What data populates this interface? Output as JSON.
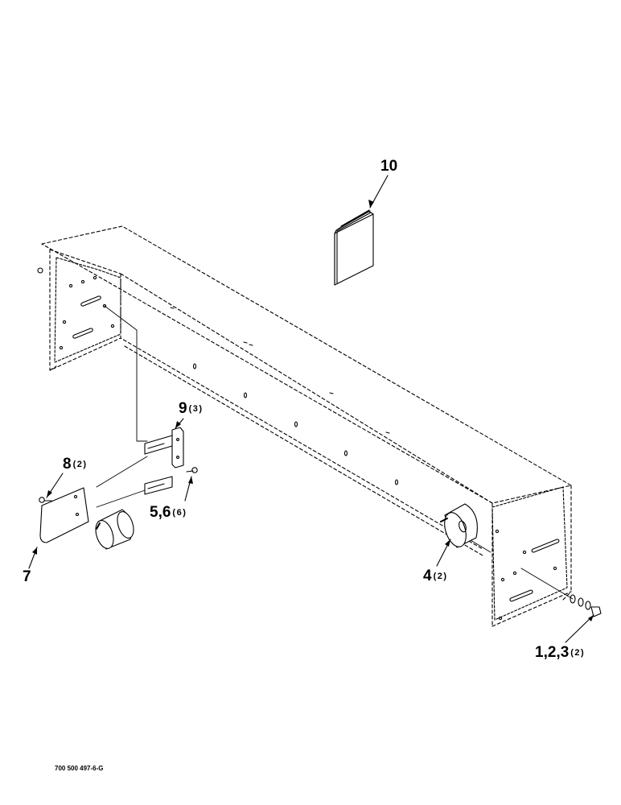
{
  "callouts": {
    "c10": {
      "num": "10",
      "qty": ""
    },
    "c9": {
      "num": "9",
      "qty": "(3)"
    },
    "c8": {
      "num": "8",
      "qty": "(2)"
    },
    "c56": {
      "num": "5,6",
      "qty": "(6)"
    },
    "c7": {
      "num": "7",
      "qty": ""
    },
    "c4": {
      "num": "4",
      "qty": "(2)"
    },
    "c123": {
      "num": "1,2,3",
      "qty": "(2)"
    }
  },
  "drawing_code": "700 500 497-6-G"
}
